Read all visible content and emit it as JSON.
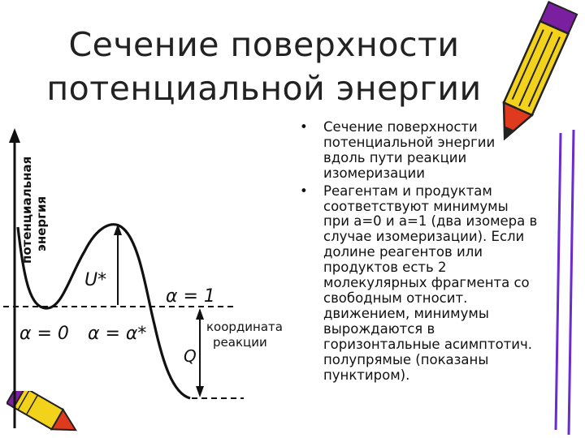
{
  "slide": {
    "title_lines": [
      "Сечение поверхности",
      "потенциальной энергии"
    ],
    "bullets": [
      "Сечение поверхности потенциальной энергии вдоль пути реакции изомеризации",
      "Реагентам и продуктам соответствуют минимумы при a=0 и a=1 (два изомера в случае изомеризации). Если долине реагентов или продуктов есть 2 молекулярных фрагмента со свободным относит. движением, минимумы вырождаются в горизонтальные асимптотич. полупрямые (показаны пунктиром)."
    ],
    "bullet_glyph": "•"
  },
  "figure": {
    "y_axis_label_lines": [
      "потенциальная",
      "энергия"
    ],
    "barrier_label": "U*",
    "alpha_zero_label": "α = 0",
    "alpha_star_label": "α = α*",
    "alpha_one_label": "α = 1",
    "x_axis_label_lines": [
      "координата",
      "реакции"
    ],
    "q_label": "Q"
  },
  "decor": {
    "icons": [
      "pencil-icon",
      "pencil-stub-icon",
      "decorative-sticks-icon"
    ],
    "colors": {
      "pencil_body": "#f2d21a",
      "pencil_band": "#7a1fa0",
      "pencil_tip": "#e03a1e",
      "sticks": "#6a2bd0"
    }
  }
}
